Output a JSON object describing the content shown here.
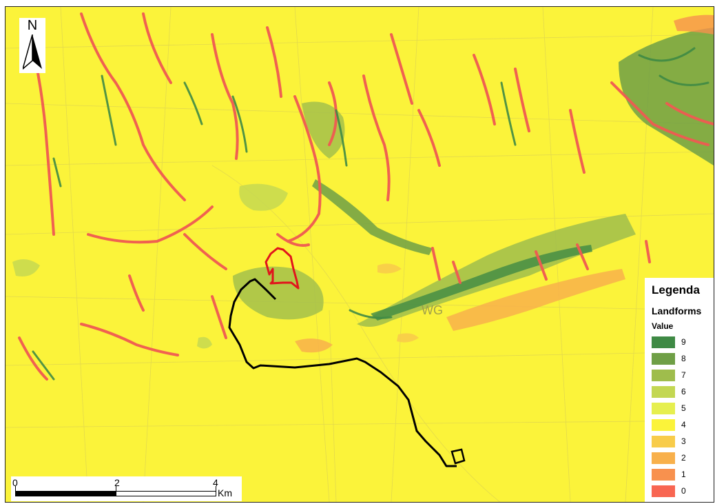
{
  "north_arrow": {
    "label": "N",
    "icon": "north-arrow-icon"
  },
  "scale_bar": {
    "labels": [
      "0",
      "2",
      "4"
    ],
    "unit": "Km"
  },
  "map_text": {
    "place_label": "WG"
  },
  "legend": {
    "title": "Legenda",
    "layer": "Landforms",
    "field": "Value",
    "items": [
      {
        "value": "9",
        "color": "#3f8a45"
      },
      {
        "value": "8",
        "color": "#6f9f46"
      },
      {
        "value": "7",
        "color": "#9fbd4c"
      },
      {
        "value": "6",
        "color": "#c3d752"
      },
      {
        "value": "5",
        "color": "#e6ef4f"
      },
      {
        "value": "4",
        "color": "#fbf33a"
      },
      {
        "value": "3",
        "color": "#f8cc4a"
      },
      {
        "value": "2",
        "color": "#f8b04b"
      },
      {
        "value": "1",
        "color": "#f8914e"
      },
      {
        "value": "0",
        "color": "#f86652"
      }
    ]
  },
  "map_colors": {
    "background": "#fbf33a",
    "route_line": "#000000",
    "site_boundary": "#e1141c",
    "drainage": "#f05a52",
    "ridge": "#3f8a45"
  }
}
